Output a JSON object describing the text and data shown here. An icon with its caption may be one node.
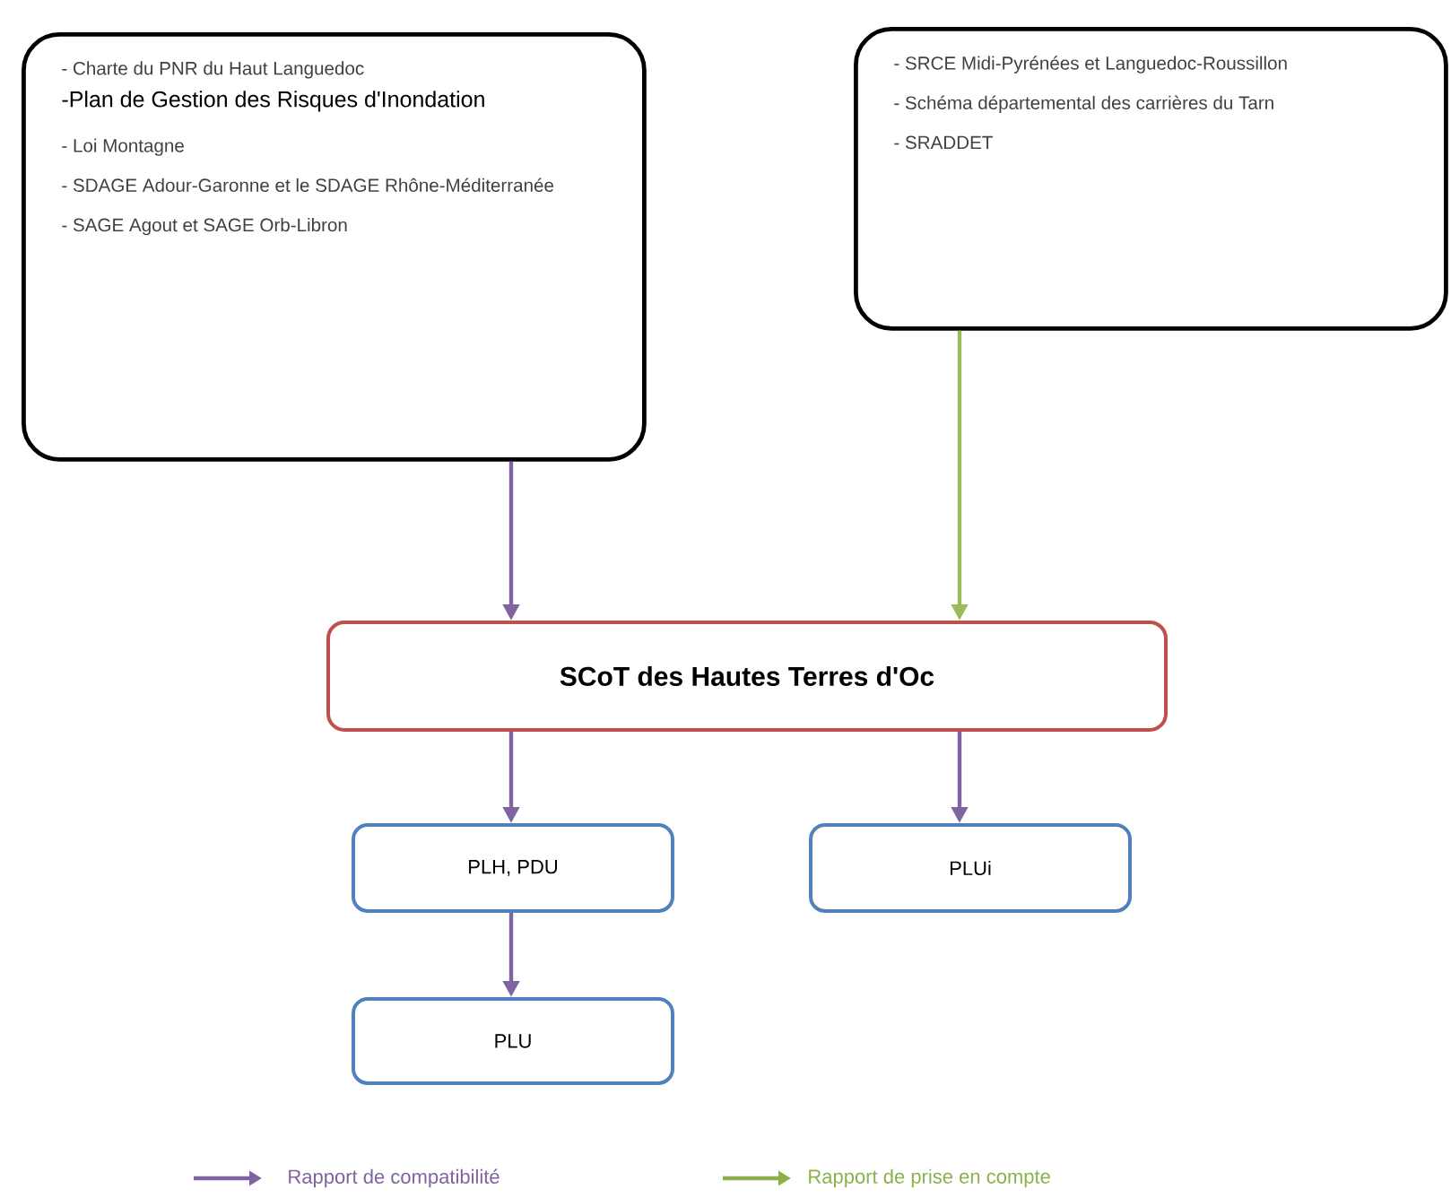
{
  "diagram": {
    "nodes": [
      {
        "text": [
          "- Charte du PNR du Haut Languedoc",
          "-Plan de Gestion des Risques d'Inondation",
          "- Loi Montagne",
          "- SDAGE Adour-Garonne et le SDAGE Rhône-Méditerranée",
          "- SAGE Agout et SAGE Orb-Libron"
        ]
      },
      {
        "text": [
          "- SRCE Midi-Pyrénées et Languedoc-Roussillon",
          "- Schéma départemental des carrières du Tarn",
          "- SRADDET"
        ]
      },
      {
        "text": [
          "SCoT des Hautes Terres d'Oc"
        ]
      },
      {
        "text": [
          "PLH, PDU"
        ]
      },
      {
        "text": [
          "PLUi"
        ]
      },
      {
        "text": [
          "PLU"
        ]
      }
    ],
    "edges": [
      {
        "from": 0,
        "to": 2,
        "arrow": "to"
      },
      {
        "from": 1,
        "to": 2,
        "arrow": "to",
        "color": "#9bbb59"
      },
      {
        "from": 2,
        "to": 3,
        "arrow": "to"
      },
      {
        "from": 2,
        "to": 4,
        "arrow": "to"
      },
      {
        "from": 3,
        "to": 5,
        "arrow": "to"
      }
    ],
    "legend": [
      {
        "text": "Rapport de compatibilité"
      },
      {
        "text": "Rapport de prise en compte"
      }
    ]
  }
}
